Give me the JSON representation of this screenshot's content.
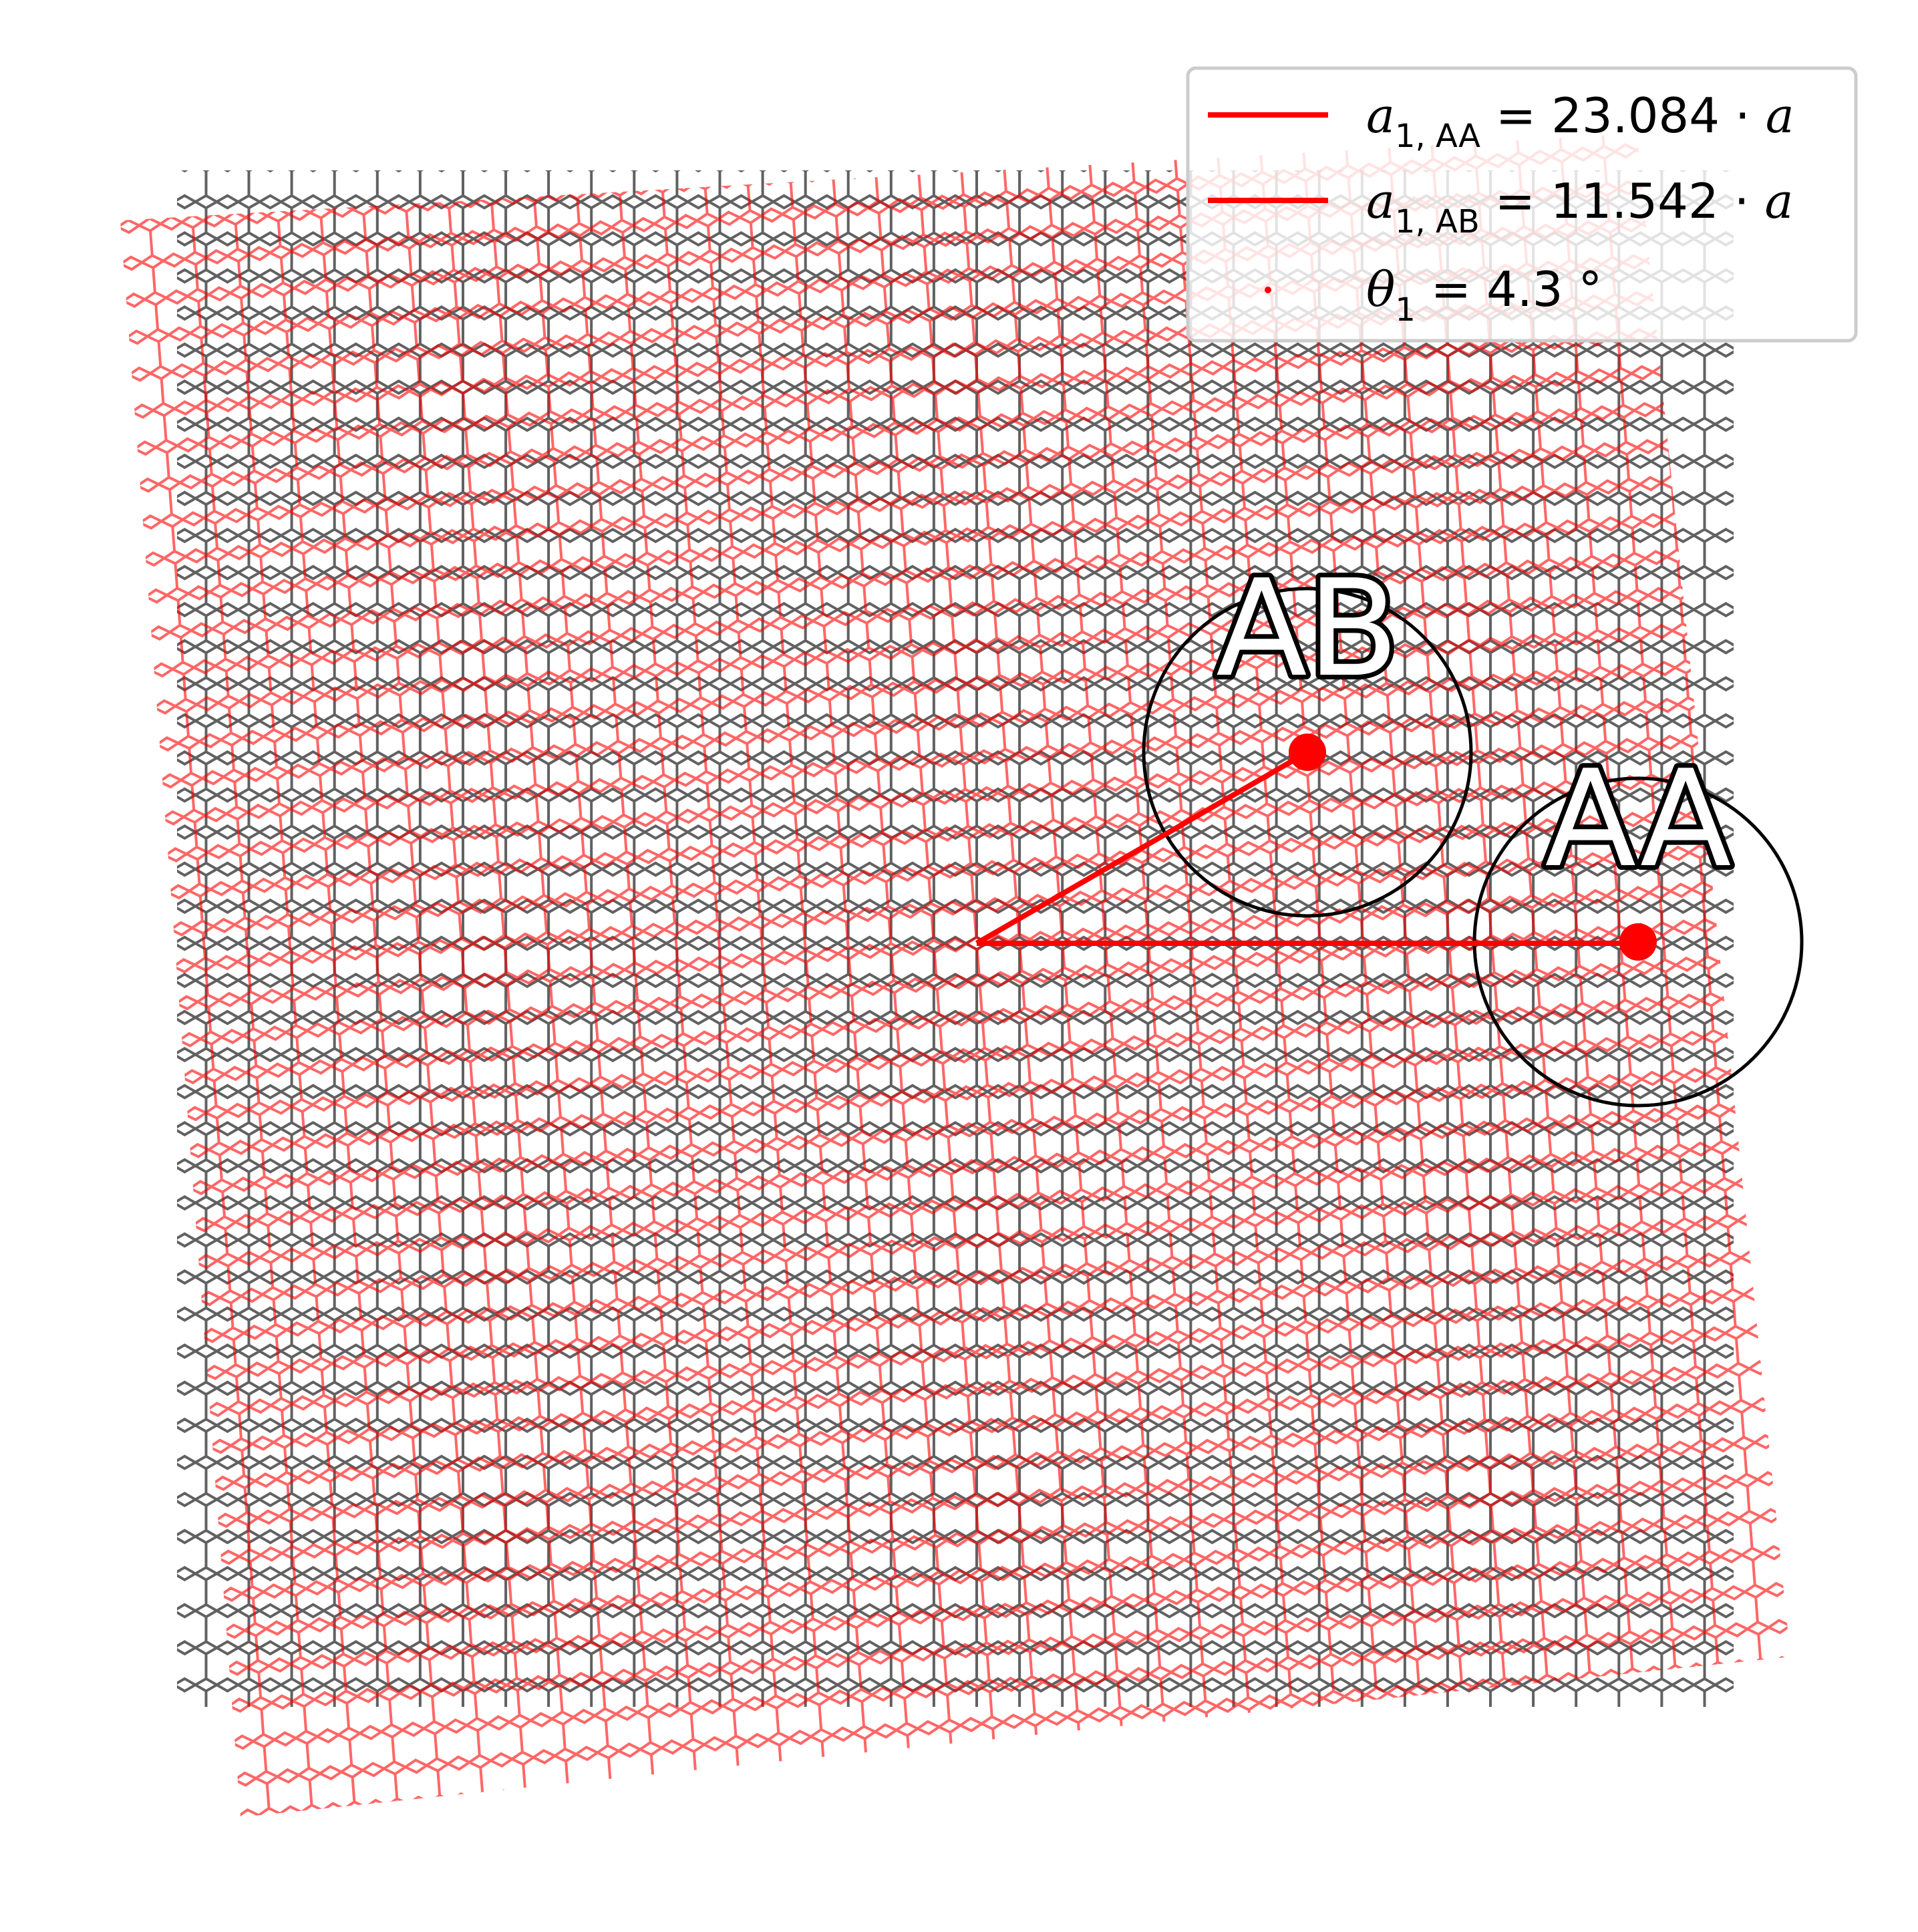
{
  "figure": {
    "twist_angle_deg": 4.3,
    "lattice_rows": 35,
    "lattice_cols": 18,
    "bottom_layer_color": "#000000",
    "top_layer_color": "#ff0000"
  },
  "regions": {
    "ab_label": "AB",
    "aa_label": "AA"
  },
  "legend": {
    "entries": [
      {
        "symbol": "a",
        "subscript": "1, AA",
        "rest": " = 23.084 · ",
        "var": "a",
        "color": "#ff0000",
        "marker": "line"
      },
      {
        "symbol": "a",
        "subscript": "1, AB",
        "rest": " = 11.542 · ",
        "var": "a",
        "color": "#ff0000",
        "marker": "line"
      },
      {
        "symbol": "θ",
        "subscript": "1",
        "rest": " = 4.3 °",
        "var": "",
        "color": "#ff0000",
        "marker": "dot"
      }
    ]
  }
}
